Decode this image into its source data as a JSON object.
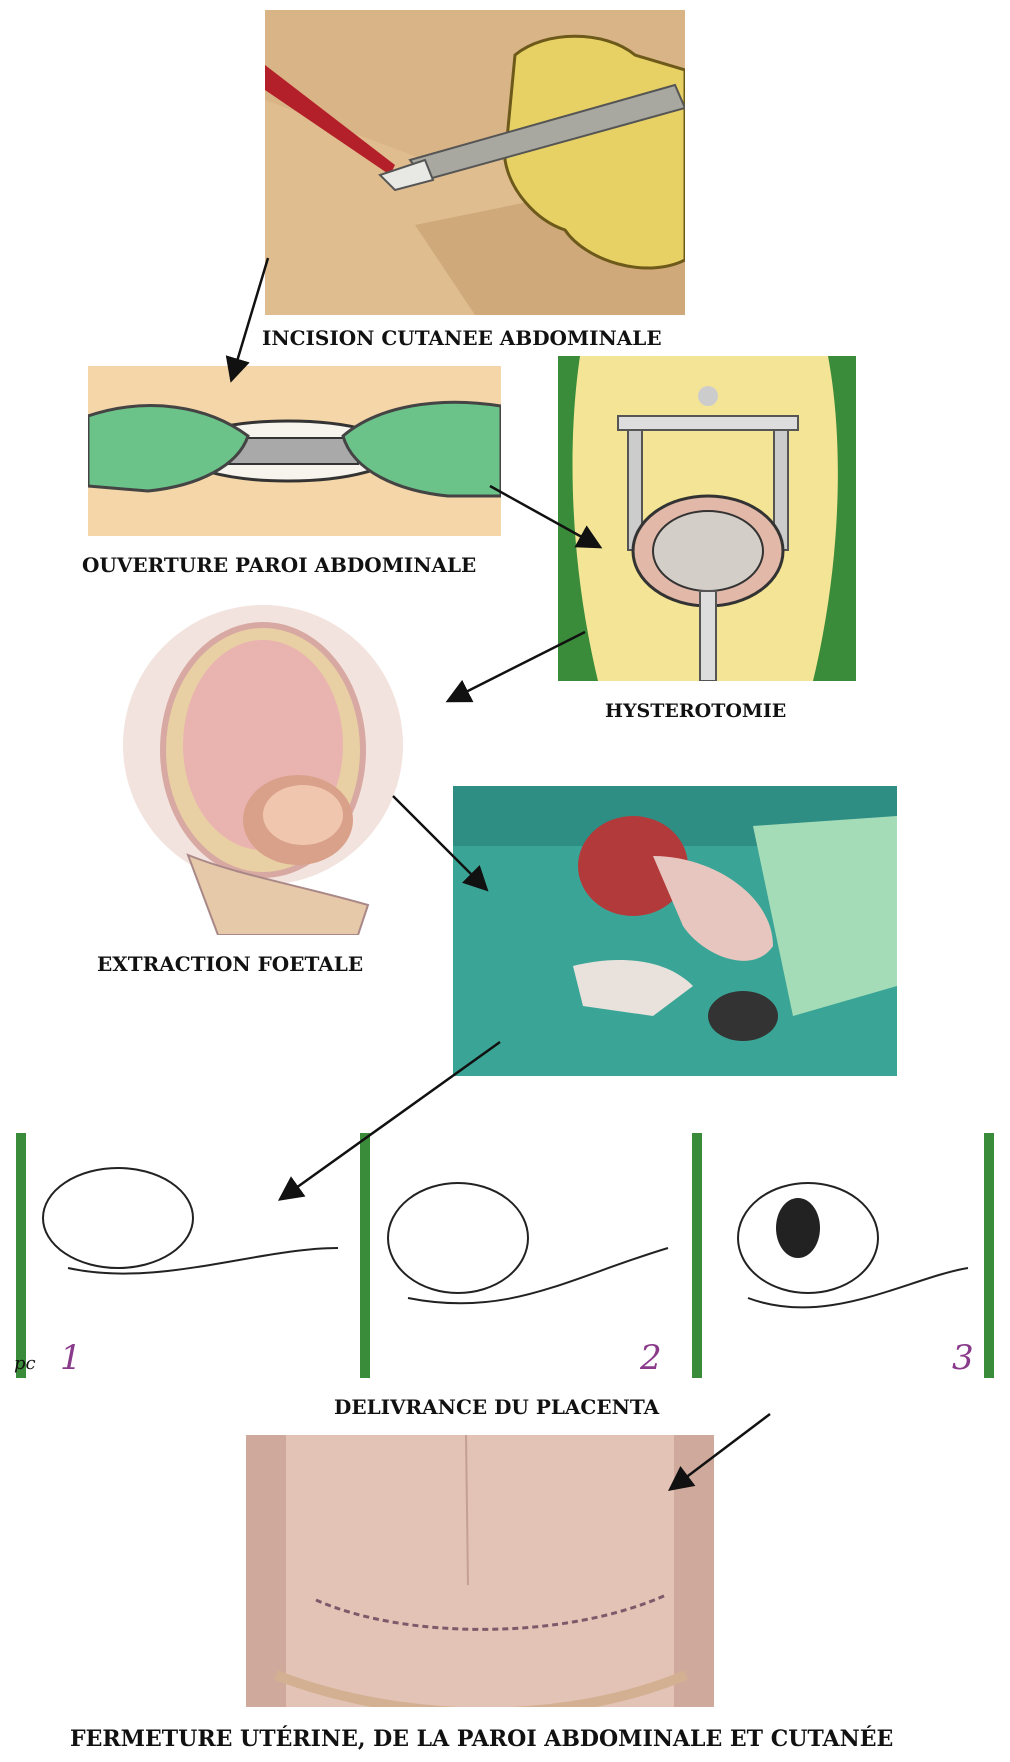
{
  "steps": [
    {
      "id": "incision",
      "caption": "INCISION CUTANEE ABDOMINALE"
    },
    {
      "id": "ouverture",
      "caption": "OUVERTURE PAROI ABDOMINALE"
    },
    {
      "id": "hysterotomie",
      "caption": "HYSTEROTOMIE"
    },
    {
      "id": "extraction",
      "caption": "EXTRACTION FOETALE"
    },
    {
      "id": "delivrance",
      "caption": "DELIVRANCE DU PLACENTA",
      "panel_numbers": [
        "1",
        "2",
        "3"
      ],
      "corner_mark": "pc"
    },
    {
      "id": "fermeture",
      "caption": "FERMETURE UTÉRINE, DE LA PAROI ABDOMINALE ET CUTANÉE"
    }
  ],
  "colors": {
    "skin_tan": "#e3c49a",
    "glove_yellow": "#e8d36a",
    "glove_green": "#6cc38a",
    "drape_green": "#3aa596",
    "uterus_pink": "#e9b3b0",
    "belly_skin": "#e2c3b6",
    "yellow_field": "#f4e596",
    "border_green": "#3a8c3a",
    "number_purple": "#8a3a8a",
    "arrow": "#111111"
  }
}
